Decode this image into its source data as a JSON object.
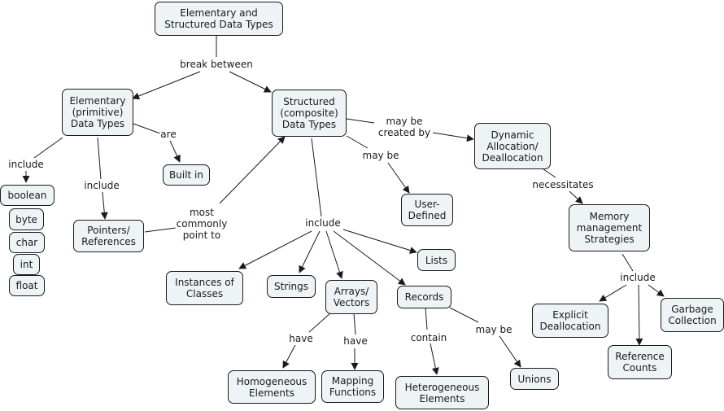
{
  "concepts": {
    "root": "Elementary and\nStructured Data Types",
    "elementary": "Elementary\n(primitive)\nData Types",
    "structured": "Structured\n(composite)\nData Types",
    "built_in": "Built in",
    "boolean": "boolean",
    "byte": "byte",
    "char": "char",
    "int": "int",
    "float": "float",
    "pointers": "Pointers/\nReferences",
    "dynamic": "Dynamic\nAllocation/\nDeallocation",
    "user_defined": "User-\nDefined",
    "memory": "Memory\nmanagement\nStrategies",
    "instances": "Instances of\nClasses",
    "strings": "Strings",
    "arrays": "Arrays/\nVectors",
    "records": "Records",
    "lists": "Lists",
    "homogeneous": "Homogeneous\nElements",
    "mapping": "Mapping\nFunctions",
    "heterogeneous": "Heterogeneous\nElements",
    "unions": "Unions",
    "explicit": "Explicit\nDeallocation",
    "garbage": "Garbage\nCollection",
    "refcounts": "Reference\nCounts"
  },
  "links": {
    "break_between": "break between",
    "are": "are",
    "include_left": "include",
    "include_ptr": "include",
    "most_commonly": "most\ncommonly\npoint to",
    "may_be_created": "may be\ncreated by",
    "may_be_user": "may be",
    "necessitates": "necessitates",
    "include_struct": "include",
    "include_mem": "include",
    "have_homo": "have",
    "have_map": "have",
    "contain": "contain",
    "may_be_unions": "may be"
  }
}
